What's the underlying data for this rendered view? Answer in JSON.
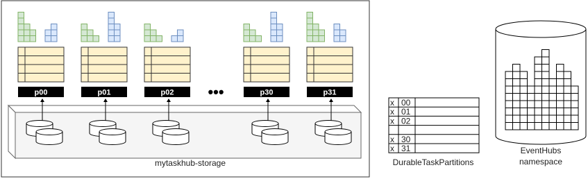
{
  "partitions": [
    {
      "label": "p00",
      "green": [
        5,
        3,
        2
      ],
      "blue": [
        2,
        3
      ]
    },
    {
      "label": "p01",
      "green": [
        3,
        2,
        1
      ],
      "blue": [
        5,
        3
      ]
    },
    {
      "label": "p02",
      "green": [
        3,
        2,
        1
      ],
      "blue": [
        1,
        2
      ]
    },
    {
      "label": "p30",
      "green": [
        3,
        2,
        1
      ],
      "blue": [
        5,
        3
      ]
    },
    {
      "label": "p31",
      "green": [
        5,
        3,
        2
      ],
      "blue": [
        3,
        2
      ]
    }
  ],
  "ellipsis": "•••",
  "storage_label": "mytaskhub-storage",
  "table": {
    "rows": [
      {
        "mark": "x",
        "value": "00"
      },
      {
        "mark": "x",
        "value": "01"
      },
      {
        "mark": "x",
        "value": "02"
      },
      {
        "mark": "",
        "value": ""
      },
      {
        "mark": "x",
        "value": "30"
      },
      {
        "mark": "x",
        "value": "31"
      }
    ],
    "label": "DurableTaskPartitions"
  },
  "eventhubs": {
    "label_line1": "EventHubs",
    "label_line2": "namespace",
    "bars": [
      8,
      9,
      8,
      6,
      10,
      11,
      7,
      9,
      8,
      6
    ]
  },
  "colors": {
    "green_fill": "#d5e8d4",
    "green_stroke": "#82b366",
    "blue_fill": "#dae8fc",
    "blue_stroke": "#6c8ebf",
    "yellow_fill": "#fff2cc",
    "yellow_stroke": "#333333",
    "label_bar": "#000000",
    "box_fill": "#f5f5f5",
    "box_stroke": "#666666"
  }
}
